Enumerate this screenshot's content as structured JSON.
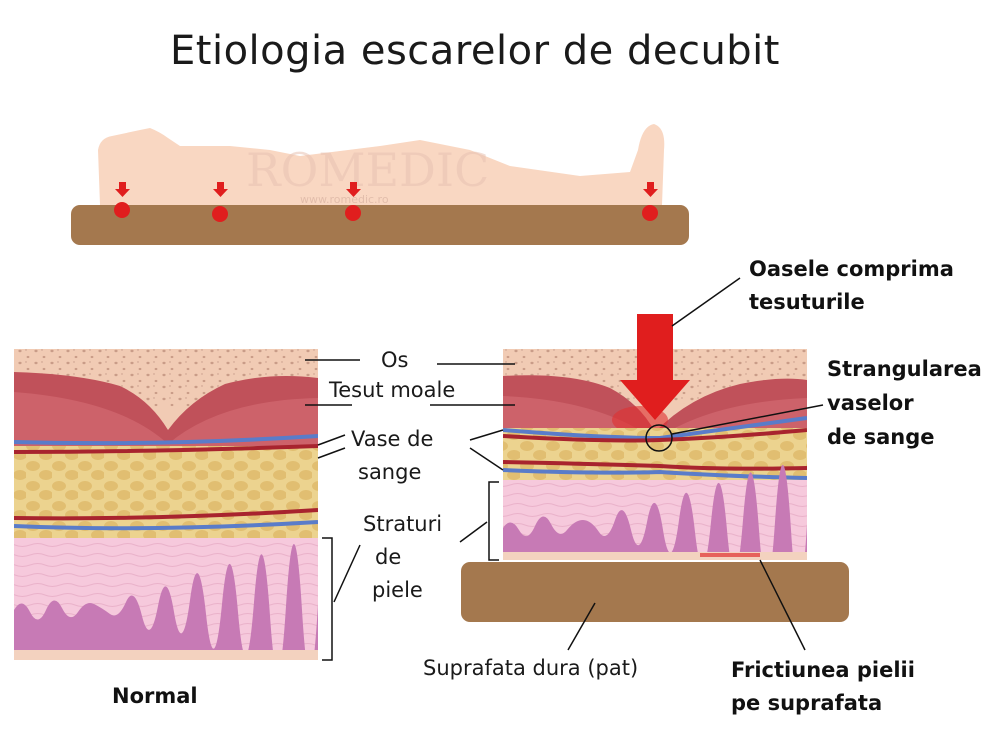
{
  "title": "Etiologia escarelor de decubit",
  "watermark": {
    "brand": "ROMEDIC",
    "url": "www.romedic.ro"
  },
  "labels": {
    "os": "Os",
    "tesut": "Tesut moale",
    "vase_1": "Vase de",
    "vase_2": "sange",
    "strat_1": "Straturi",
    "strat_2": "de",
    "strat_3": "piele",
    "normal": "Normal",
    "suprafata": "Suprafata dura (pat)",
    "oase_1": "Oasele comprima",
    "oase_2": "tesuturile",
    "strang_1": "Strangularea",
    "strang_2": "vaselor",
    "strang_3": "de sange",
    "frict_1": "Frictiunea pielii",
    "frict_2": "pe suprafata"
  },
  "colors": {
    "mattress": "#a4784e",
    "body": "#f9d7c2",
    "pressure": "#e01e1e",
    "bone": "#f1cbb4",
    "muscle": "#c0515a",
    "fat": "#e4c27a",
    "skin_pink": "#f5c2d8",
    "skin_purple": "#c77ab5",
    "vein": "#5a7cc9",
    "artery": "#a8242e"
  }
}
